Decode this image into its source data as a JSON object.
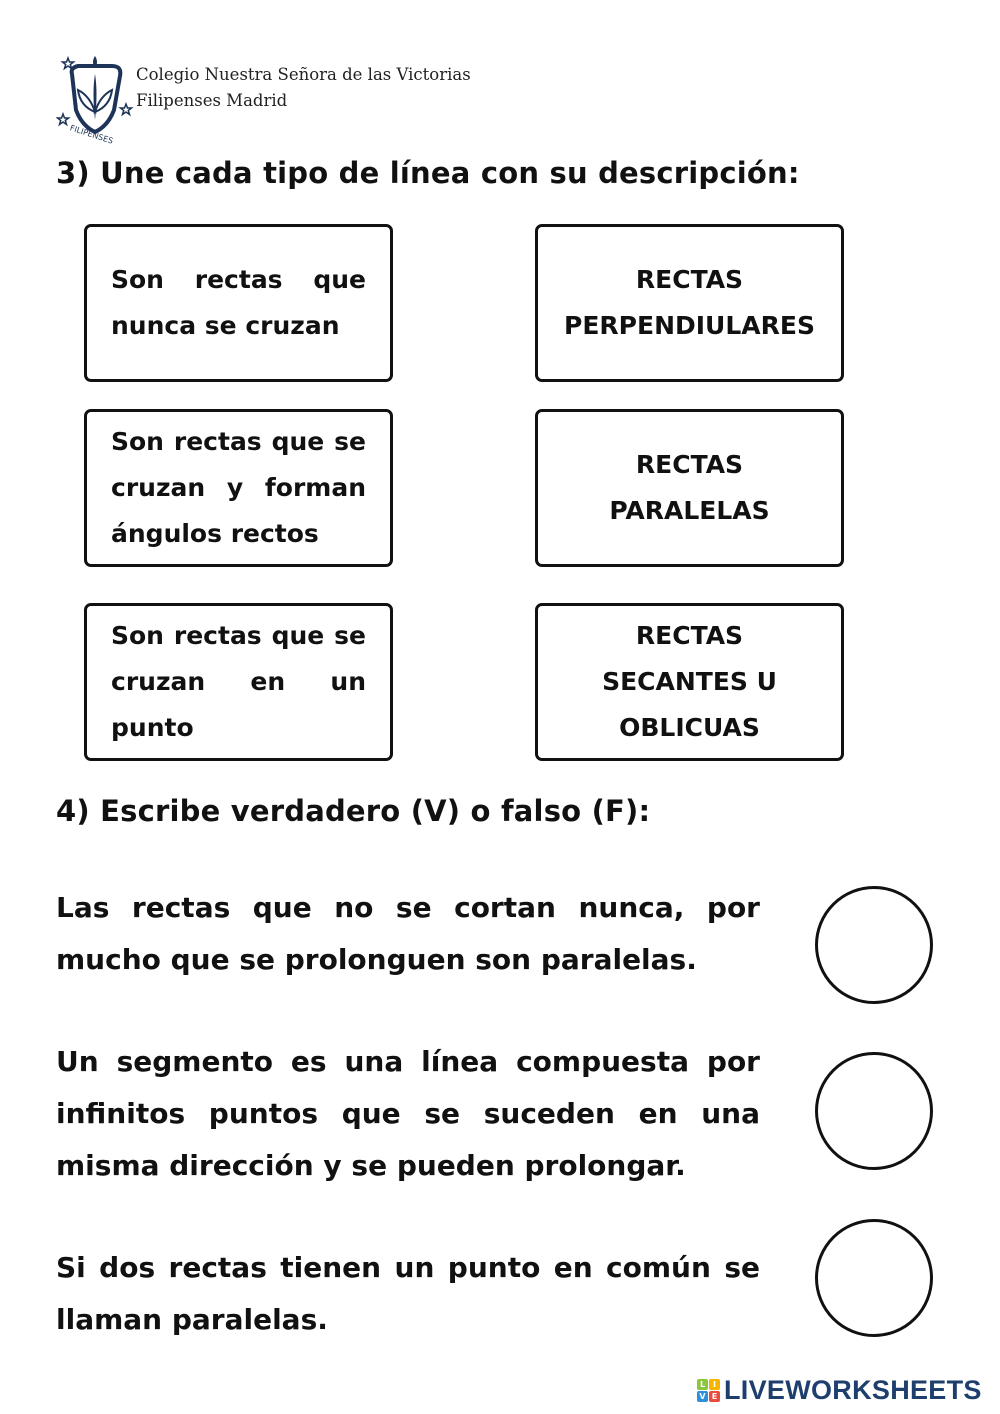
{
  "header": {
    "school_line1": "Colegio Nuestra Señora de las Victorias",
    "school_line2": "Filipenses Madrid",
    "logo_text": "FILIPENSES",
    "logo_color": "#1e3358"
  },
  "exercise3": {
    "title": "3) Une cada tipo de línea con su descripción:",
    "descriptions": [
      "Son rectas que nunca se cruzan",
      "Son rectas que se cruzan y forman ángulos rectos",
      "Son rectas que se cruzan en un punto"
    ],
    "terms": [
      "RECTAS\nPERPENDIULARES",
      "RECTAS\nPARALELAS",
      "RECTAS\nSECANTES U\nOBLICUAS"
    ]
  },
  "exercise4": {
    "title": "4) Escribe verdadero (V) o falso (F):",
    "statements": [
      {
        "text": "Las rectas que no se cortan nunca, por mucho que se prolonguen son paralelas.",
        "answer": ""
      },
      {
        "text": "Un segmento es una línea compuesta por infinitos puntos que se suceden en una misma dirección y se pueden prolongar.",
        "answer": ""
      },
      {
        "text": "Si dos rectas tienen un punto en común se llaman paralelas.",
        "answer": ""
      }
    ]
  },
  "footer": {
    "brand": "LIVEWORKSHEETS",
    "brand_icon_letters": [
      "L",
      "I",
      "V",
      "E"
    ],
    "brand_color": "#1e3f6e"
  }
}
